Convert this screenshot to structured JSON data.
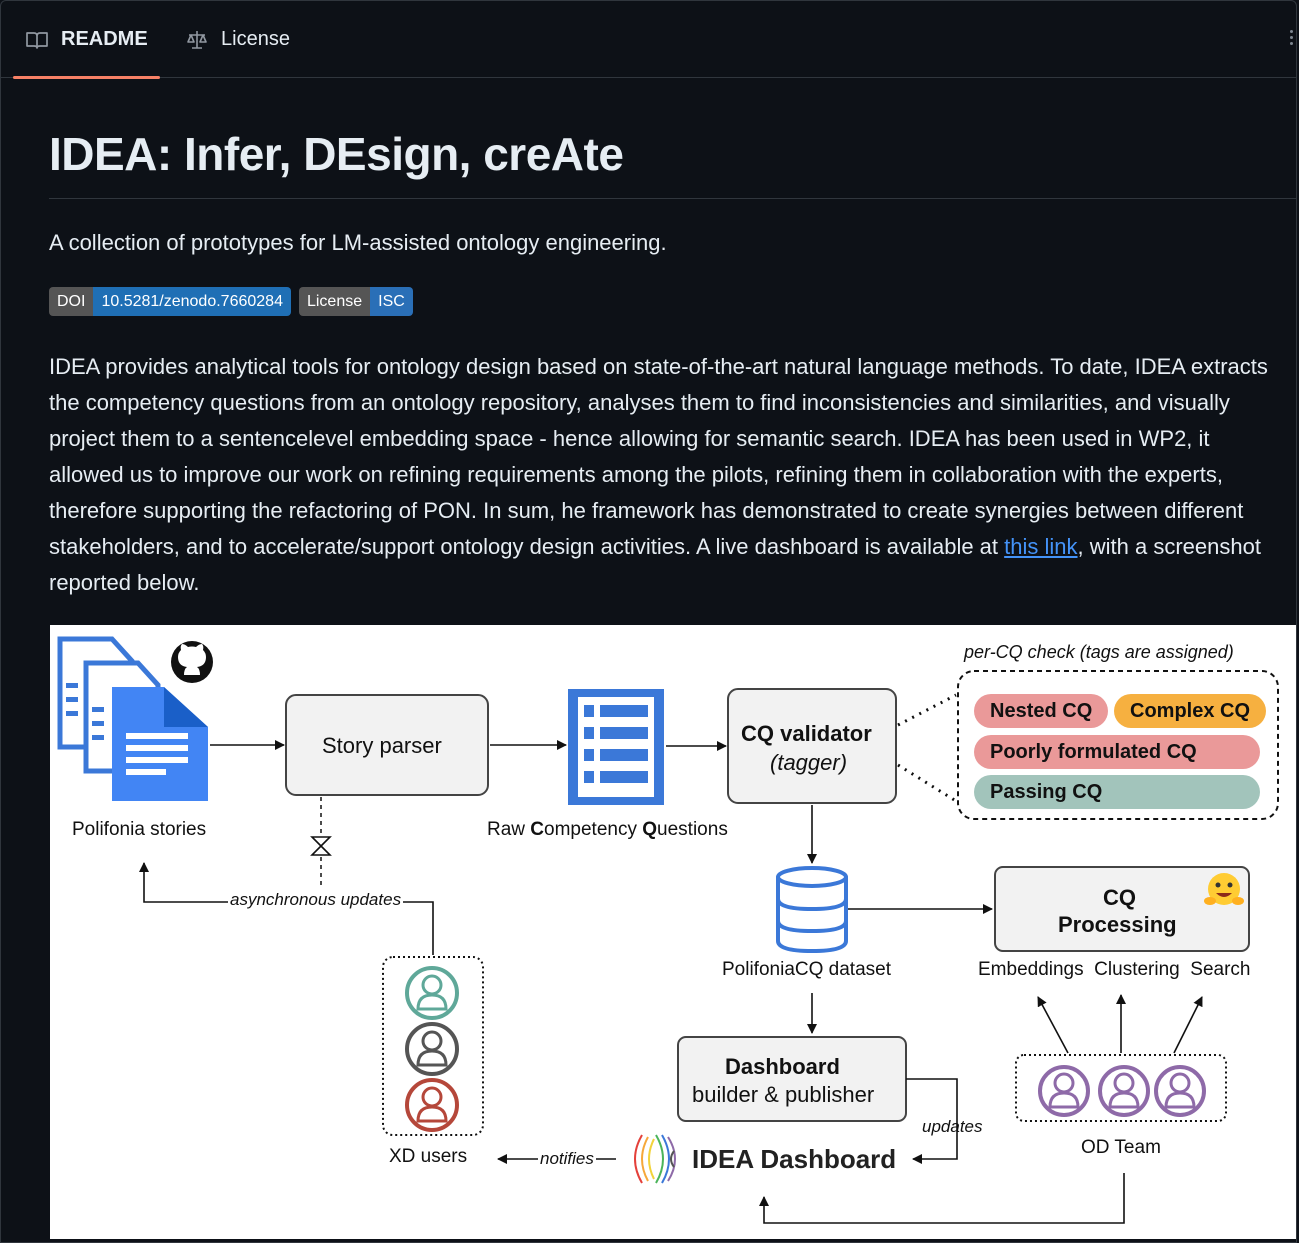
{
  "tabs": [
    {
      "label": "README",
      "icon": "book-icon",
      "active": true
    },
    {
      "label": "License",
      "icon": "law-icon",
      "active": false
    }
  ],
  "readme": {
    "title": "IDEA: Infer, DEsign, creAte",
    "subtitle": "A collection of prototypes for LM-assisted ontology engineering.",
    "badges": [
      {
        "label": "DOI",
        "value": "10.5281/zenodo.7660284"
      },
      {
        "label": "License",
        "value": "ISC"
      }
    ],
    "paragraph_before_link": "IDEA provides analytical tools for ontology design based on state-of-the-art natural language methods. To date, IDEA extracts the competency questions from an ontology repository, analyses them to find inconsistencies and similarities, and visually project them to a sentencelevel embedding space - hence allowing for semantic search. IDEA has been used in WP2, it allowed us to improve our work on refining requirements among the pilots, refining them in collaboration with the experts, therefore supporting the refactoring of PON. In sum, he framework has demonstrated to create synergies between different stakeholders, and to accelerate/support ontology design activities. A live dashboard is available at ",
    "link_text": "this link",
    "paragraph_after_link": ", with a screenshot reported below."
  },
  "diagram": {
    "stories_label": "Polifonia stories",
    "story_parser": "Story parser",
    "raw_cq_parts": [
      {
        "text": "Raw ",
        "bold": false
      },
      {
        "text": "C",
        "bold": true
      },
      {
        "text": "ompetency ",
        "bold": false
      },
      {
        "text": "Q",
        "bold": true
      },
      {
        "text": "uestions",
        "bold": false
      }
    ],
    "cq_validator_title": "CQ validator",
    "cq_validator_sub": "(tagger)",
    "check_title": "per-CQ check (tags are assigned)",
    "tags": [
      {
        "label": "Nested CQ",
        "color": "#ea9999"
      },
      {
        "label": "Complex CQ",
        "color": "#f6b040"
      },
      {
        "label": "Poorly formulated CQ",
        "color": "#ea9999"
      },
      {
        "label": "Passing CQ",
        "color": "#a2c4bb"
      }
    ],
    "async_label": "asynchronous updates",
    "dataset_label": "PolifoniaCQ dataset",
    "cq_processing_line1": "CQ",
    "cq_processing_line2": "Processing",
    "processing_features": "Embeddings  Clustering  Search",
    "dashboard_builder_title": "Dashboard",
    "dashboard_builder_sub": "builder & publisher",
    "updates_label": "updates",
    "notifies_label": "notifies",
    "idea_dashboard": "IDEA Dashboard",
    "xd_users": "XD users",
    "od_team": "OD Team",
    "user_colors": [
      "#5fa899",
      "#555555",
      "#b5473a"
    ],
    "team_color": "#8e6aa8"
  }
}
